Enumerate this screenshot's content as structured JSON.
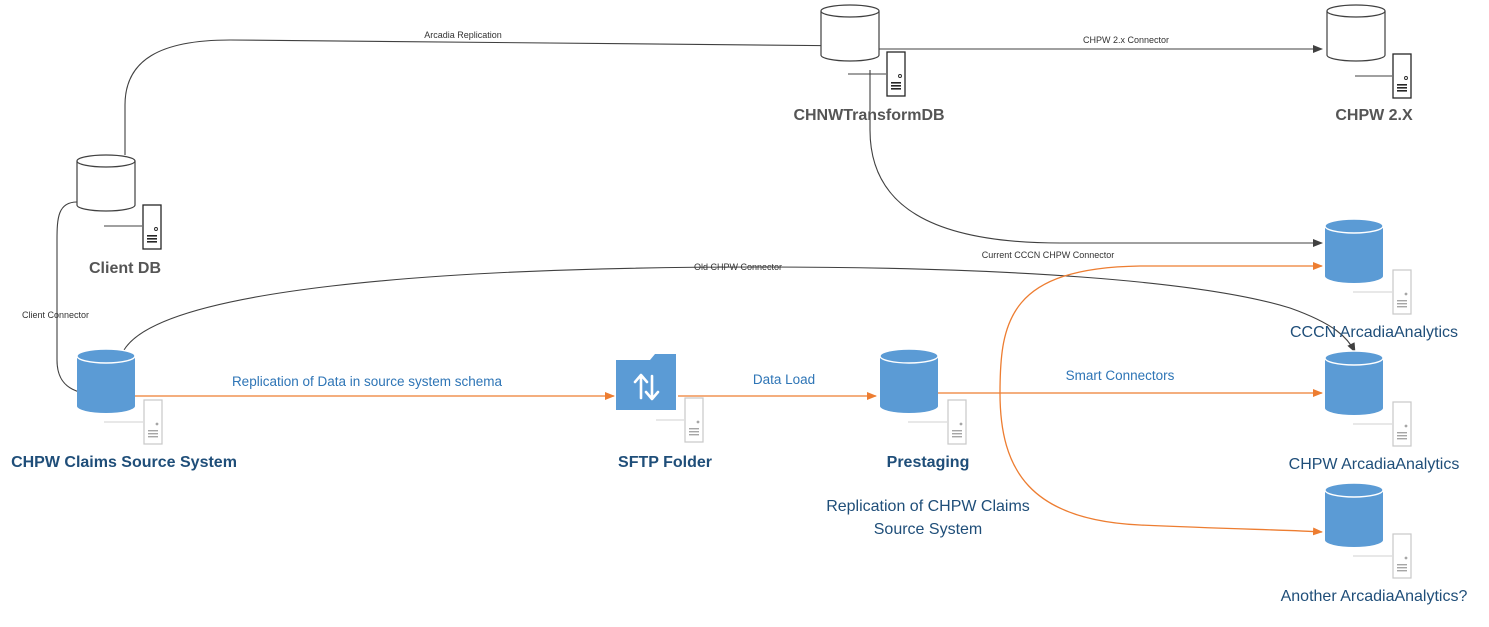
{
  "colors": {
    "black_edge": "#404040",
    "orange_edge": "#ED7D31",
    "db_blue": "#5B9BD5",
    "node_text_dark": "#555555",
    "node_text_blue": "#1F4E79",
    "orange_label": "#2E75B6"
  },
  "nodes": {
    "chnw_transform_db": "CHNWTransformDB",
    "chpw_2x": "CHPW 2.X",
    "client_db": "Client DB",
    "claims_source": "CHPW Claims Source System",
    "sftp_folder": "SFTP Folder",
    "prestaging": "Prestaging",
    "prestaging_note_line1": "Replication of CHPW Claims",
    "prestaging_note_line2": "Source System",
    "cccn_arcadia": "CCCN ArcadiaAnalytics",
    "chpw_arcadia": "CHPW ArcadiaAnalytics",
    "another_arcadia": "Another ArcadiaAnalytics?"
  },
  "edges": {
    "arcadia_replication": "Arcadia Replication",
    "chpw_2x_connector": "CHPW 2.x Connector",
    "current_cccn_connector": "Current CCCN CHPW Connector",
    "old_chpw_connector": "Old CHPW Connector",
    "client_connector": "Client Connector",
    "replication_of_data": "Replication of Data in source system schema",
    "data_load": "Data Load",
    "smart_connectors": "Smart Connectors"
  },
  "icons": {
    "database": "database-cylinder-icon",
    "server": "server-tower-icon",
    "sftp": "sftp-folder-transfer-icon"
  }
}
